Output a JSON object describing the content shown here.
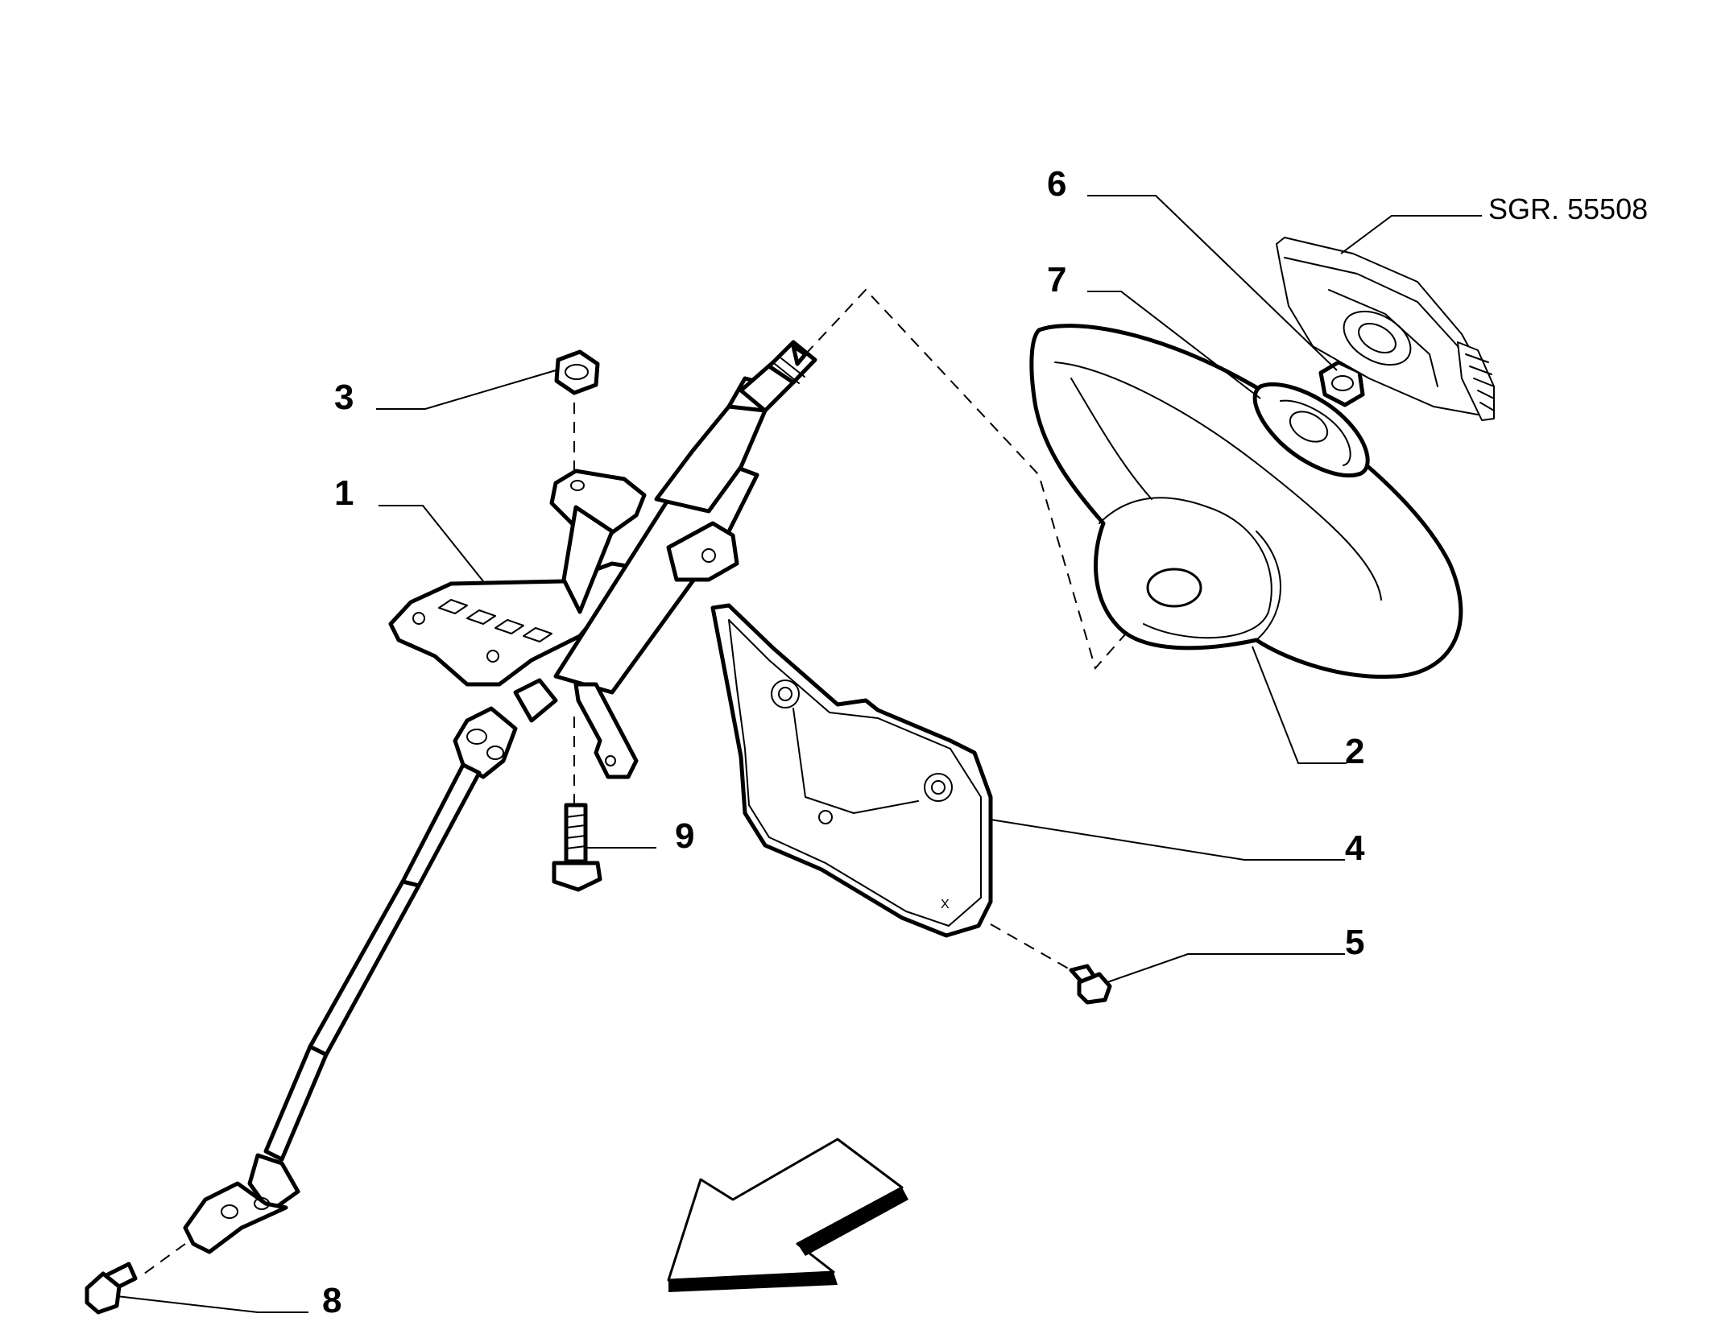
{
  "callouts": {
    "c1": "1",
    "c2": "2",
    "c3": "3",
    "c4": "4",
    "c5": "5",
    "c6": "6",
    "c7": "7",
    "c8": "8",
    "c9": "9"
  },
  "reference": "SGR. 55508",
  "plate_mark": "X",
  "colors": {
    "line": "#000000",
    "background": "#ffffff"
  },
  "icons": {
    "direction": "arrow-down-left-icon"
  }
}
